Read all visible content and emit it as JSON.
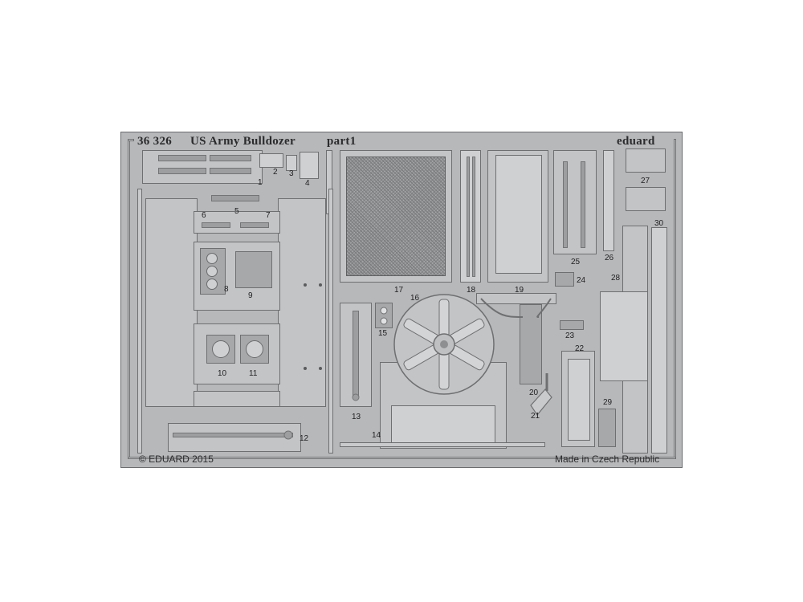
{
  "sheet": {
    "code": "36 326",
    "title": "US Army Bulldozer",
    "part": "part1",
    "brand": "eduard",
    "copyright": "© EDUARD 2015",
    "origin": "Made in Czech Republic"
  },
  "part_numbers": {
    "p1": "1",
    "p2": "2",
    "p3": "3",
    "p4": "4",
    "p5": "5",
    "p6": "6",
    "p7": "7",
    "p8": "8",
    "p9": "9",
    "p10": "10",
    "p11": "11",
    "p12": "12",
    "p13": "13",
    "p14": "14",
    "p15": "15",
    "p16": "16",
    "p17": "17",
    "p18": "18",
    "p19": "19",
    "p20": "20",
    "p21": "21",
    "p22": "22",
    "p23": "23",
    "p24": "24",
    "p25": "25",
    "p26": "26",
    "p27": "27",
    "p28": "28",
    "p29": "29",
    "p30": "30"
  },
  "colors": {
    "sheet": "#b7b8ba",
    "outline": "#6b6c6e",
    "text": "#1f1f21"
  }
}
